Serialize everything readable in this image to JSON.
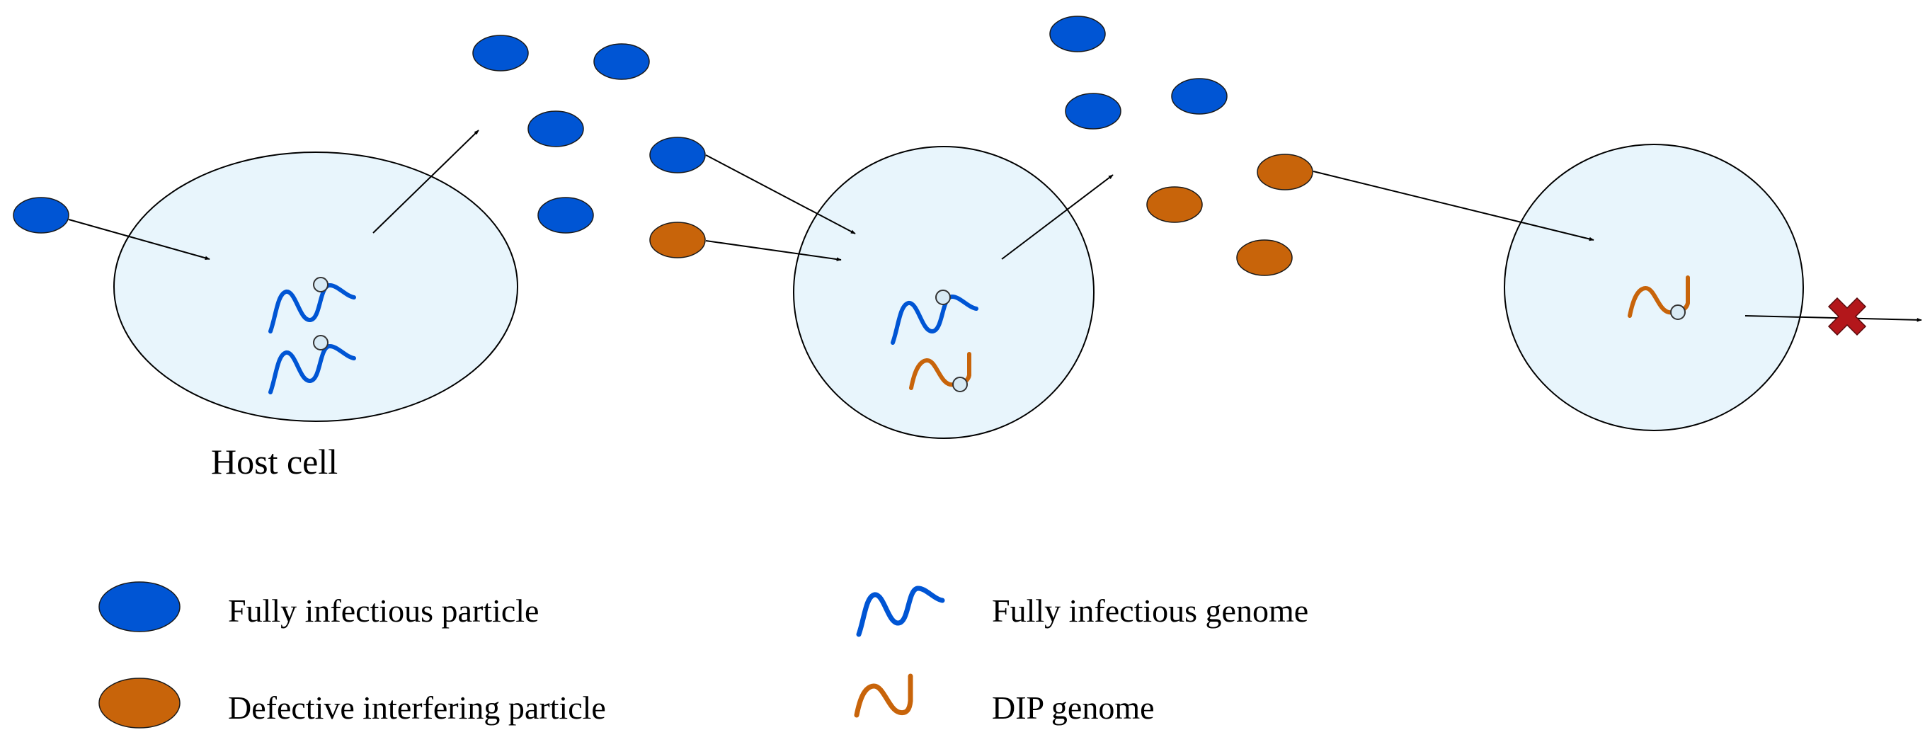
{
  "host_cell_label": "Host cell",
  "legend": {
    "fully_infectious_particle": "Fully infectious particle",
    "defective_interfering_particle": "Defective interfering particle",
    "fully_infectious_genome": "Fully infectious genome",
    "dip_genome": "DIP genome"
  },
  "colors": {
    "fully_infectious": "#0055d4",
    "defective_interfering": "#c8640a",
    "cell_fill": "#e8f5fc",
    "blocked_marker": "#b3171b"
  },
  "icons": {
    "blocked": "red-x-icon"
  }
}
